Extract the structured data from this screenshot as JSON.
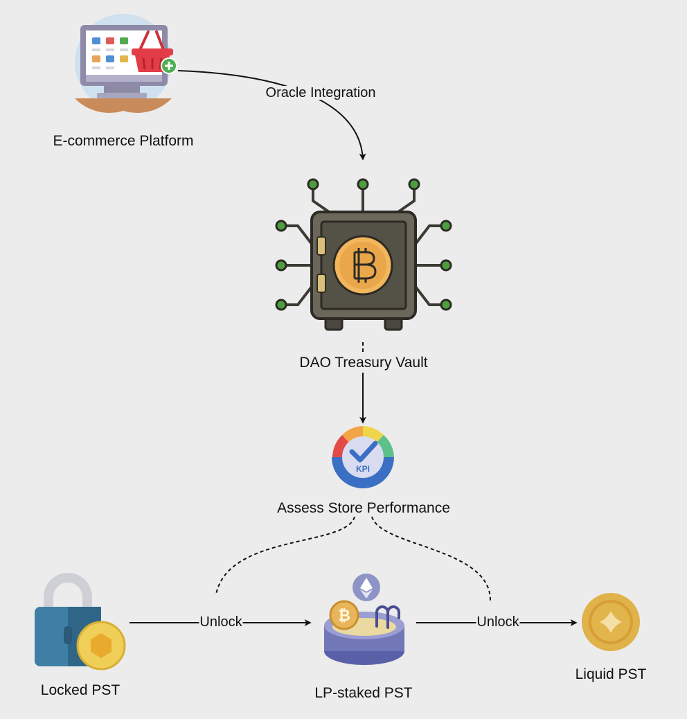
{
  "nodes": {
    "ecommerce": {
      "label": "E-commerce Platform"
    },
    "vault": {
      "label": "DAO Treasury Vault"
    },
    "kpi": {
      "label": "Assess Store Performance",
      "badge": "KPI"
    },
    "locked": {
      "label": "Locked PST"
    },
    "lp": {
      "label": "LP-staked PST"
    },
    "liquid": {
      "label": "Liquid PST"
    }
  },
  "edges": {
    "oracle": {
      "label": "Oracle Integration"
    },
    "unlock1": {
      "label": "Unlock"
    },
    "unlock2": {
      "label": "Unlock"
    }
  },
  "colors": {
    "background": "#ececec",
    "edge": "#111111",
    "vault_body": "#545146",
    "vault_node": "#4d9e3f",
    "coin_gold": "#e0b24a",
    "lock_blue": "#3f7fa5",
    "kpi_blue": "#3a6fc4"
  },
  "icons": [
    "shopping-monitor-icon",
    "bitcoin-vault-icon",
    "kpi-gauge-icon",
    "padlock-coin-icon",
    "liquidity-pool-icon",
    "gold-coin-icon"
  ]
}
